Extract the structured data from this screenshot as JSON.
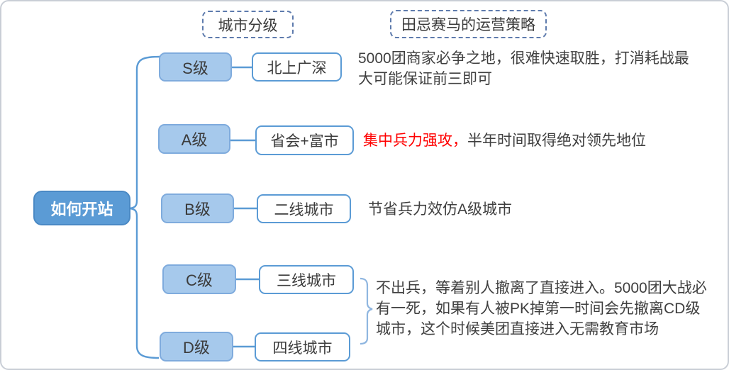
{
  "diagram": {
    "title_context": "mindmap",
    "root": {
      "label": "如何开站"
    },
    "headers": {
      "city_tier": {
        "label": "城市分级"
      },
      "strategy": {
        "label": "田忌赛马的运营策略"
      }
    },
    "rows": [
      {
        "level": "S级",
        "city": "北上广深",
        "note": "5000团商家必争之地，很难快速取胜，打消耗战最大可能保证前三即可"
      },
      {
        "level": "A级",
        "city": "省会+富市",
        "note_highlight": "集中兵力强攻，",
        "note": "半年时间取得绝对领先地位"
      },
      {
        "level": "B级",
        "city": "二线城市",
        "note": "节省兵力效仿A级城市"
      },
      {
        "level": "C级",
        "city": "三线城市"
      },
      {
        "level": "D级",
        "city": "四线城市"
      }
    ],
    "shared_note_cd": "不出兵，等着别人撤离了直接进入。5000团大战必有一死，如果有人被PK掉第一时间会先撤离CD级城市，这个时候美团直接进入无需教育市场",
    "colors": {
      "root_fill": "#5b9bd5",
      "level_fill": "#a6c9ec",
      "level_border": "#7fabdd",
      "city_border": "#5b9bd5",
      "connector": "#5b9bd5",
      "brace": "#8fb6e0",
      "dashed_border": "#5e7bad",
      "body_text": "#3f3f3f",
      "highlight_text": "#ff0000"
    }
  }
}
